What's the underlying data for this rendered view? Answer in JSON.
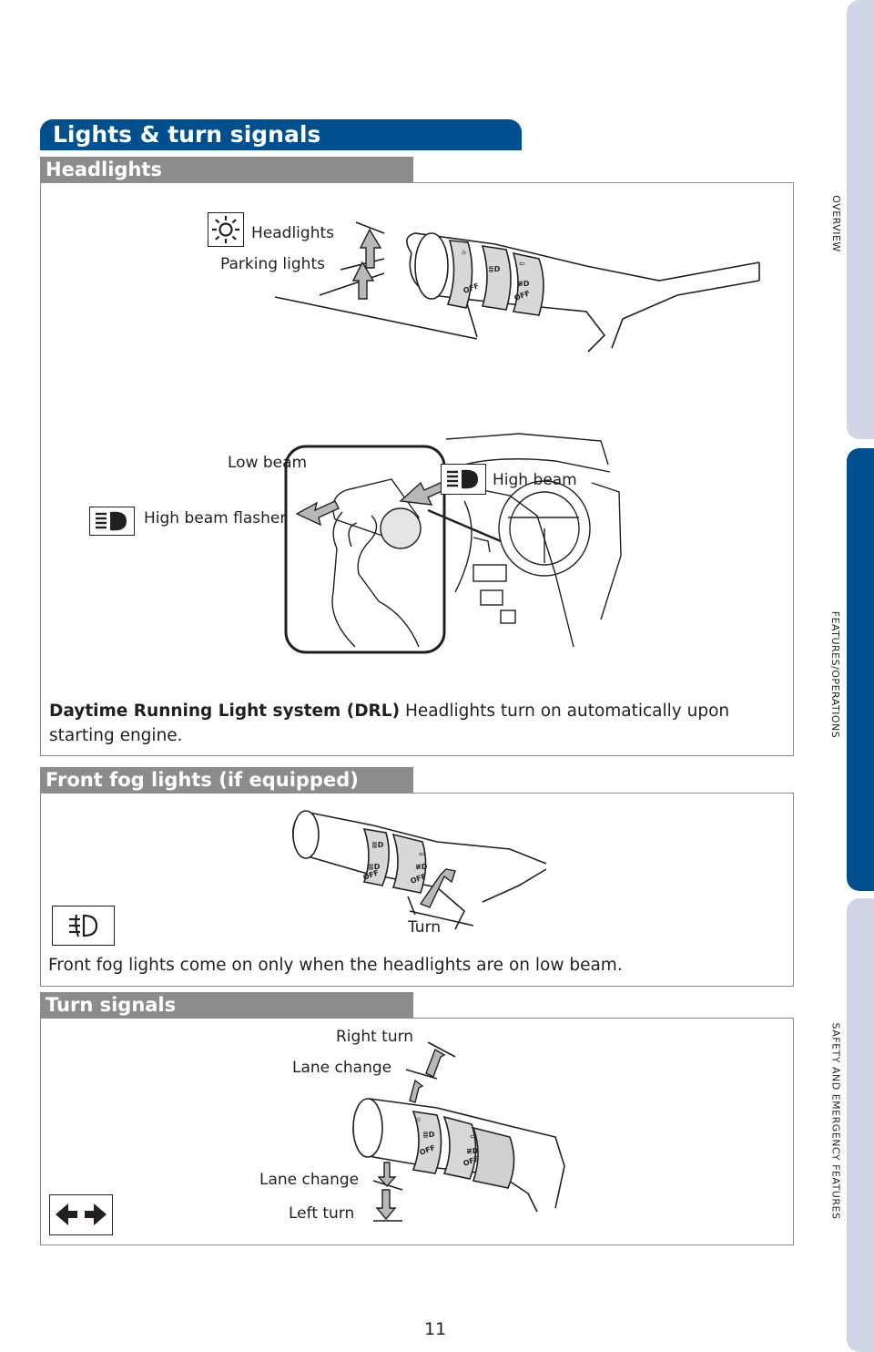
{
  "page_title": "Lights & turn signals",
  "side_tabs": [
    "OVERVIEW",
    "FEATURES/OPERATIONS",
    "SAFETY AND EMERGENCY FEATURES"
  ],
  "headlights": {
    "heading": "Headlights",
    "labels": {
      "headlights": "Headlights",
      "parking_lights": "Parking lights",
      "low_beam": "Low beam",
      "high_beam": "High beam",
      "high_beam_flasher": "High beam flasher"
    },
    "drl_bold": "Daytime Running Light system (DRL)",
    "drl_text": " Headlights turn on automatically upon starting engine."
  },
  "fog": {
    "heading": "Front fog lights (if equipped)",
    "turn_label": "Turn",
    "text": "Front fog lights come on only when the headlights are on low beam."
  },
  "turn_signals": {
    "heading": "Turn signals",
    "labels": {
      "right_turn": "Right turn",
      "lane_change_up": "Lane change",
      "lane_change_down": "Lane change",
      "left_turn": "Left turn"
    }
  },
  "page_number": "11",
  "colors": {
    "brand_blue": "#00508f",
    "tab_gray": "#d0d6e6",
    "section_gray": "#8c8c8c"
  }
}
